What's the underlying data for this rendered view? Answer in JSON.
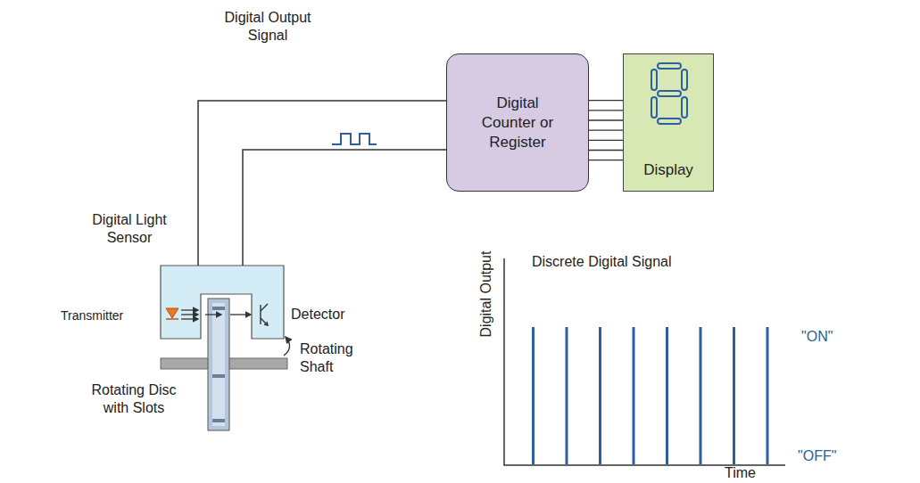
{
  "diagram": {
    "nodes": [
      {
        "text": [
          "Digital Counter or Register"
        ]
      },
      {
        "text": [
          "Display"
        ]
      }
    ],
    "edges": [
      {
        "from": 0,
        "to": 1,
        "arrow": "none"
      }
    ],
    "labels": [
      "Digital Output Signal",
      "Digital Light Sensor",
      "Transmitter",
      "Detector",
      "Rotating Shaft",
      "Rotating Disc with Slots",
      "Discrete Digital Signal",
      "Digital Output",
      "\"ON\"",
      "\"OFF\"",
      "Time"
    ]
  }
}
